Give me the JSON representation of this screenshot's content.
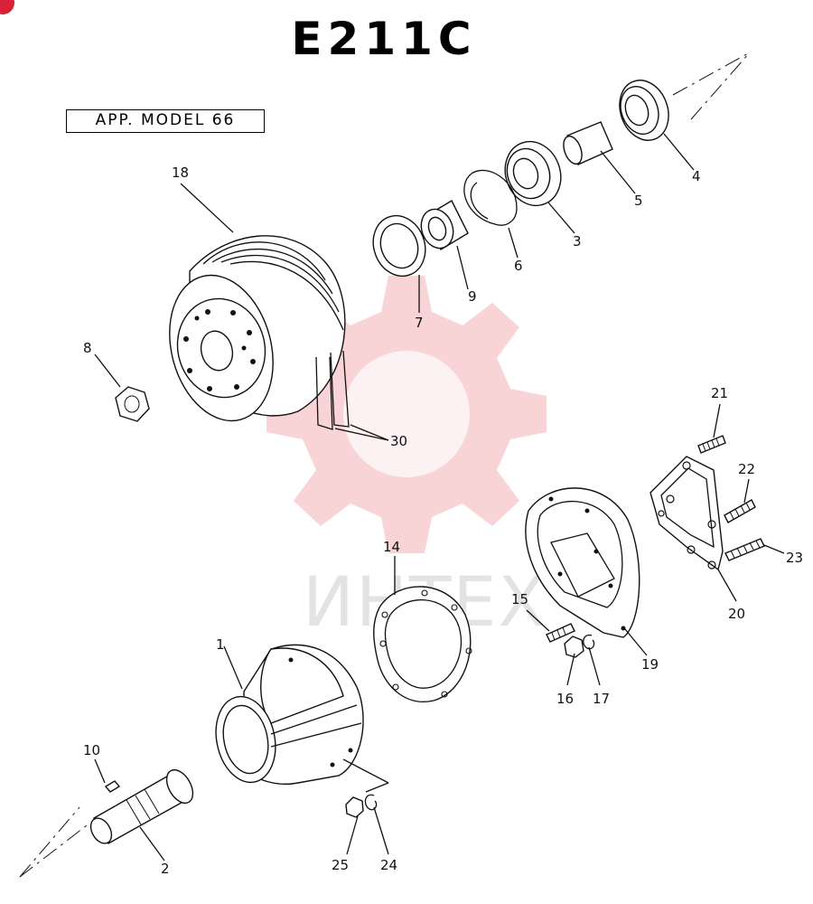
{
  "title": "E211C",
  "app_model": "APP. MODEL 66",
  "watermark": "ИНТЕХ",
  "colors": {
    "watermark_gear": "#f2a0a4",
    "badge": "#d9213a",
    "ink": "#111111"
  },
  "parts": {
    "p1": "1",
    "p2": "2",
    "p3": "3",
    "p4": "4",
    "p5": "5",
    "p6": "6",
    "p7": "7",
    "p8": "8",
    "p9": "9",
    "p10": "10",
    "p14": "14",
    "p15": "15",
    "p16": "16",
    "p17": "17",
    "p18": "18",
    "p19": "19",
    "p20": "20",
    "p21": "21",
    "p22": "22",
    "p23": "23",
    "p24": "24",
    "p25": "25",
    "p30": "30"
  }
}
